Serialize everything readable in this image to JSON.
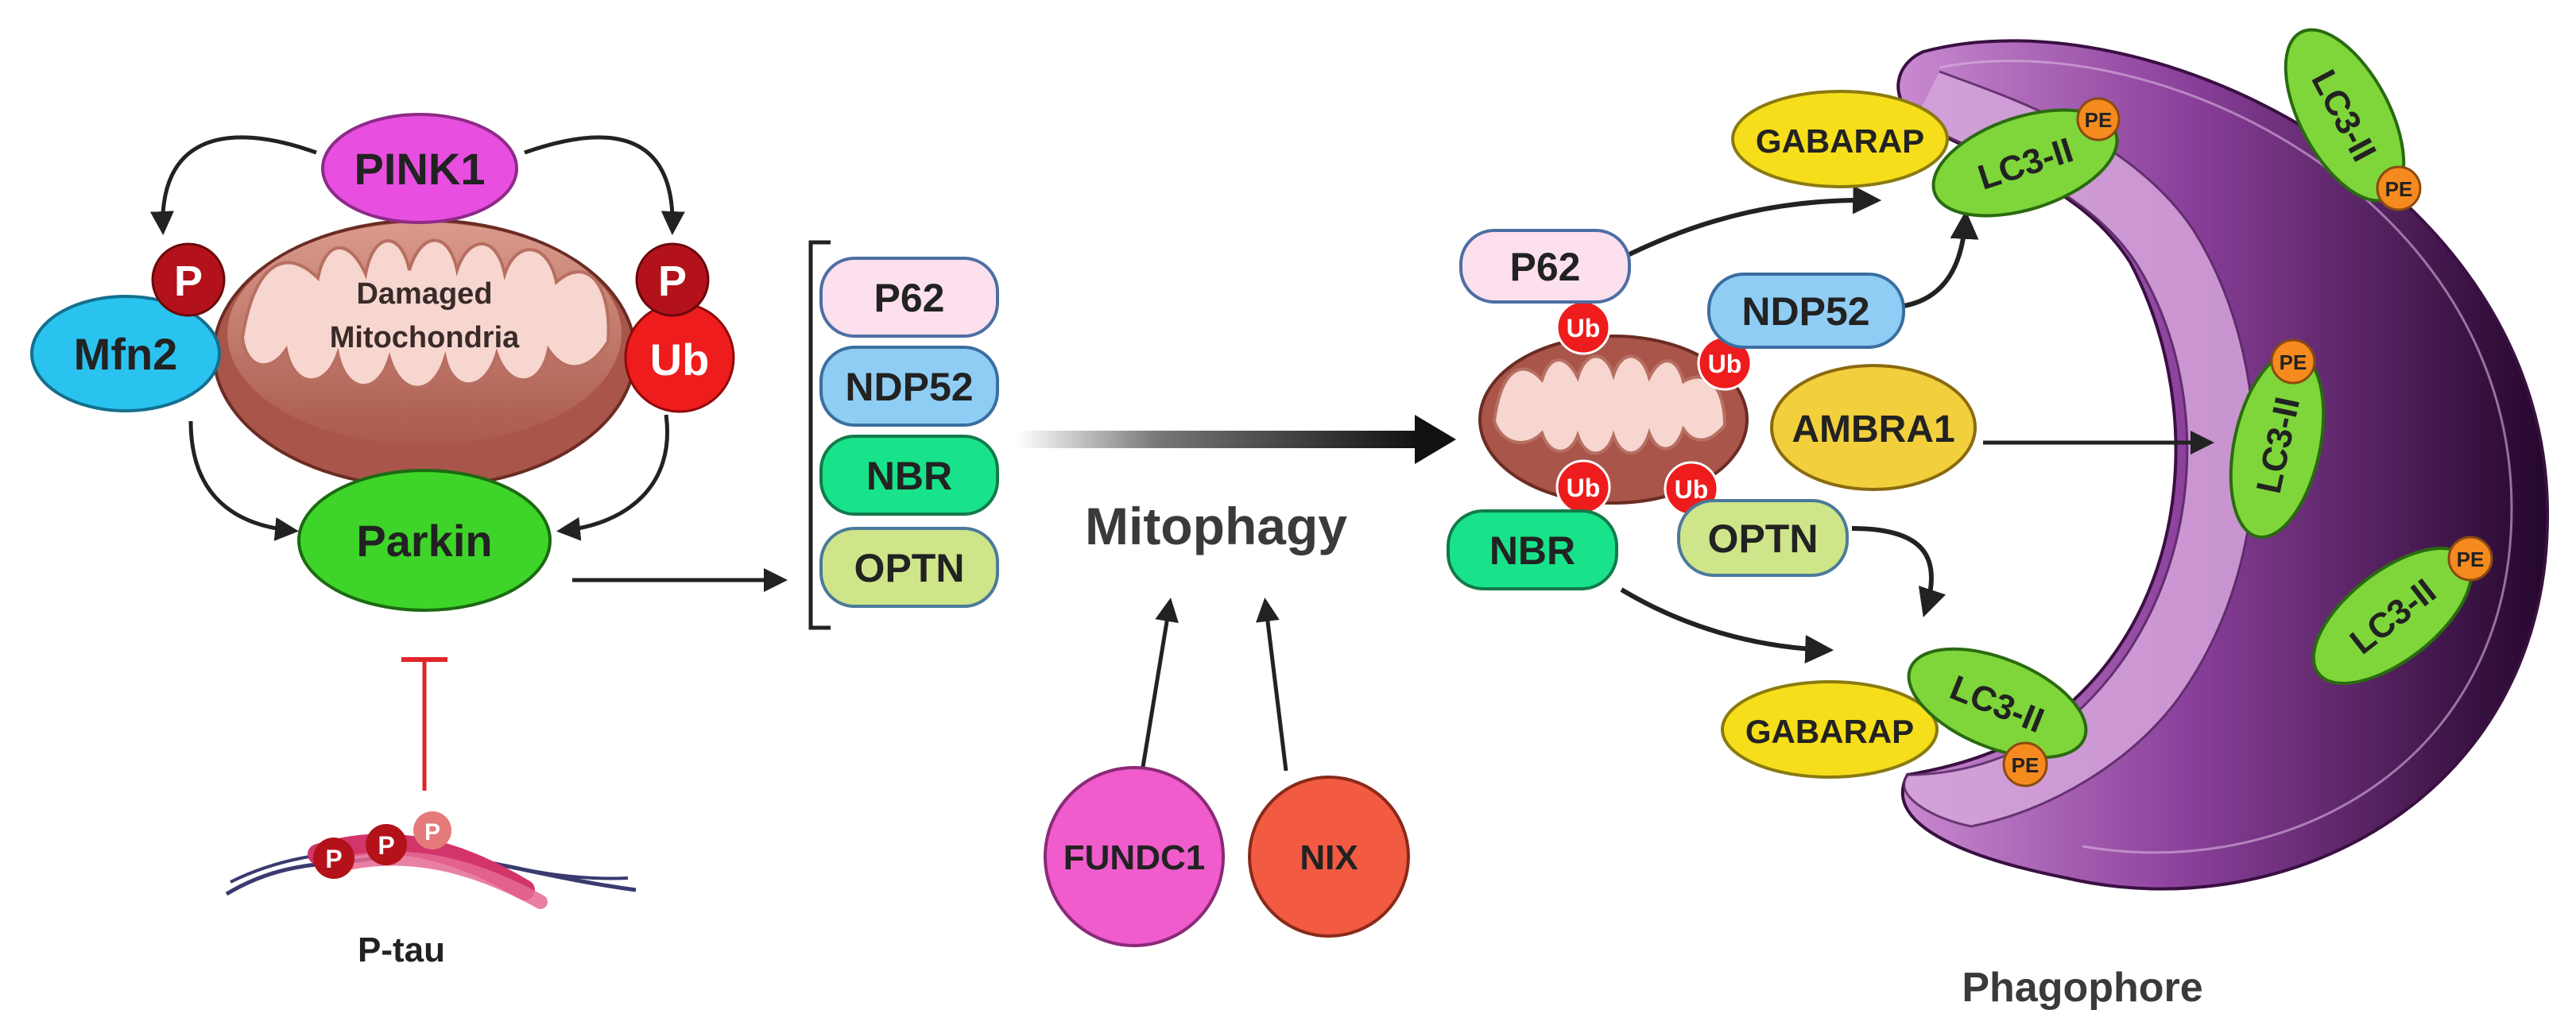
{
  "left": {
    "pink1": "PINK1",
    "mito_label_1": "Damaged",
    "mito_label_2": "Mitochondria",
    "mfn2": "Mfn2",
    "parkin": "Parkin",
    "p_left": "P",
    "p_right": "P",
    "ub_right": "Ub",
    "ptau_label": "P-tau",
    "ptau_p": "P"
  },
  "receptors": [
    "P62",
    "NDP52",
    "NBR",
    "OPTN"
  ],
  "middle": {
    "mitophagy": "Mitophagy",
    "fundc1": "FUNDC1",
    "nix": "NIX"
  },
  "right": {
    "p62": "P62",
    "ndp52": "NDP52",
    "ambra1": "AMBRA1",
    "nbr": "NBR",
    "optn": "OPTN",
    "ub": "Ub",
    "gabarap": "GABARAP",
    "lc3": "LC3-II",
    "pe": "PE",
    "phagophore": "Phagophore"
  },
  "colors": {
    "pink1": "#e84fe0",
    "mfn2": "#2ac3f0",
    "parkin": "#3fd42a",
    "p_dark": "#b3121a",
    "ub_red": "#ee1c1c",
    "p62": "#fde0ee",
    "ndp52": "#8fcdf4",
    "nbr": "#19e38a",
    "optn": "#cfe58a",
    "fundc1": "#f05ccc",
    "nix": "#f25a42",
    "gabarap": "#f6de1a",
    "ambra1": "#f2cf3c",
    "lc3": "#7ed63a",
    "pe": "#f58a1e",
    "inhibitor": "#e0252b",
    "phagophore": "#8a3f9a"
  }
}
